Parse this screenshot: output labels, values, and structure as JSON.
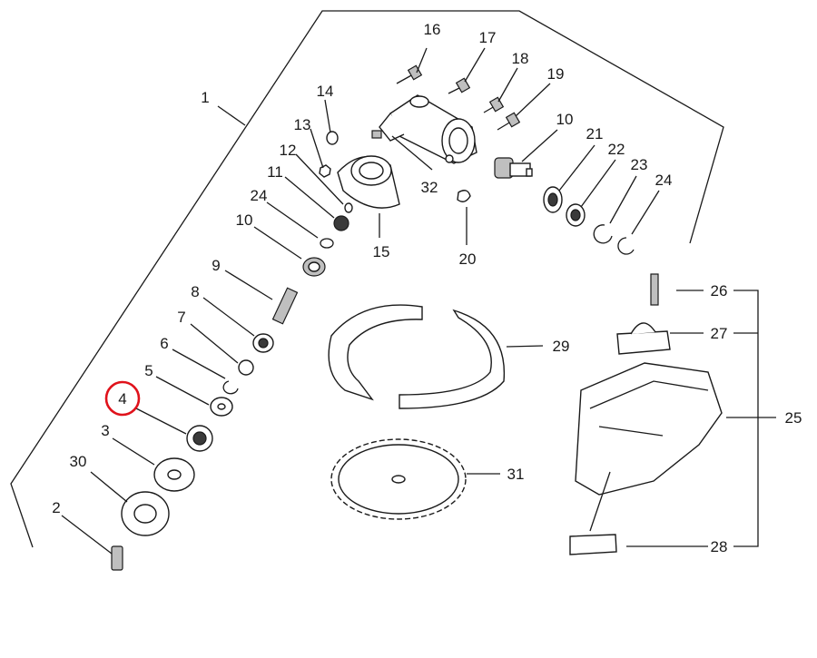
{
  "highlighted_callout": "4",
  "highlight_color": "#e0121b",
  "callouts": {
    "c1": "1",
    "c2": "2",
    "c3": "3",
    "c4": "4",
    "c5": "5",
    "c6": "6",
    "c7": "7",
    "c8": "8",
    "c9": "9",
    "c10a": "10",
    "c10b": "10",
    "c11": "11",
    "c12": "12",
    "c13": "13",
    "c14": "14",
    "c15": "15",
    "c16": "16",
    "c17": "17",
    "c18": "18",
    "c19": "19",
    "c20": "20",
    "c21": "21",
    "c22": "22",
    "c23": "23",
    "c24a": "24",
    "c24b": "24",
    "c25": "25",
    "c26": "26",
    "c27": "27",
    "c28": "28",
    "c29": "29",
    "c30": "30",
    "c31": "31",
    "c32": "32"
  }
}
